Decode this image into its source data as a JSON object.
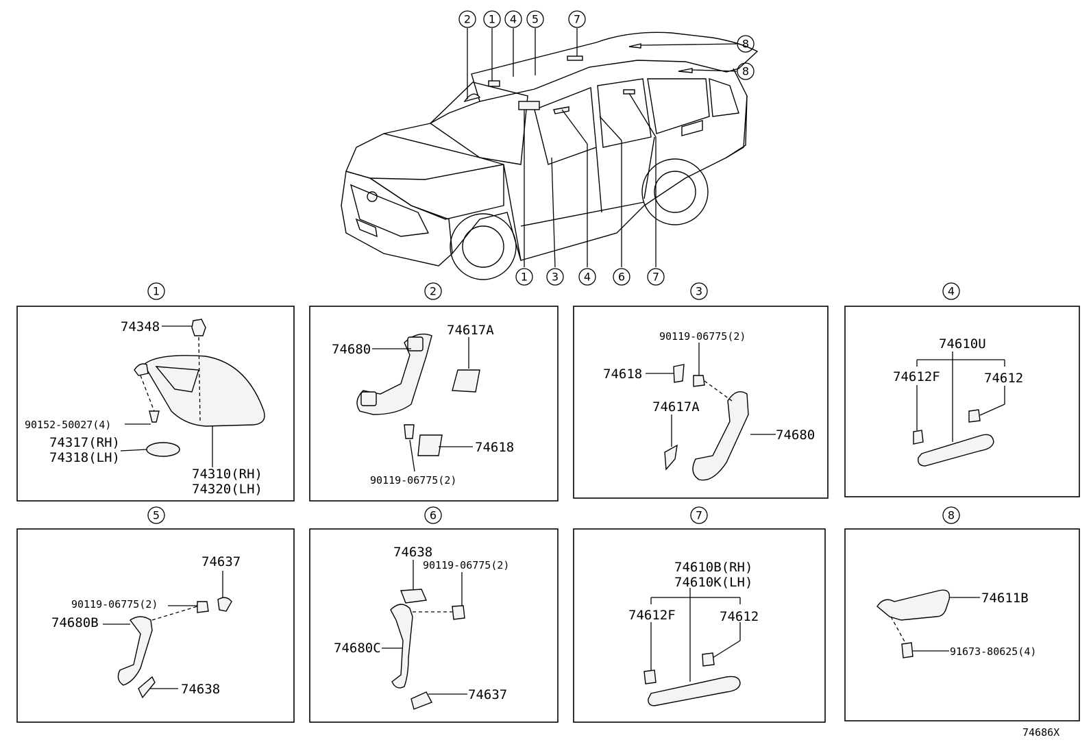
{
  "diagram_code": "74686X",
  "car_callouts": [
    "1",
    "2",
    "3",
    "4",
    "5",
    "6",
    "7",
    "8"
  ],
  "panels": [
    {
      "num": "1",
      "labels": [
        "74348",
        "90152-50027(4)",
        "74317(RH)",
        "74318(LH)",
        "74310(RH)",
        "74320(LH)"
      ]
    },
    {
      "num": "2",
      "labels": [
        "74680",
        "74617A",
        "74618",
        "90119-06775(2)"
      ]
    },
    {
      "num": "3",
      "labels": [
        "90119-06775(2)",
        "74618",
        "74617A",
        "74680"
      ]
    },
    {
      "num": "4",
      "labels": [
        "74610U",
        "74612F",
        "74612"
      ]
    },
    {
      "num": "5",
      "labels": [
        "74637",
        "90119-06775(2)",
        "74680B",
        "74638"
      ]
    },
    {
      "num": "6",
      "labels": [
        "74638",
        "90119-06775(2)",
        "74680C",
        "74637"
      ]
    },
    {
      "num": "7",
      "labels": [
        "74610B(RH)",
        "74610K(LH)",
        "74612F",
        "74612"
      ]
    },
    {
      "num": "8",
      "labels": [
        "74611B",
        "91673-80625(4)"
      ]
    }
  ]
}
